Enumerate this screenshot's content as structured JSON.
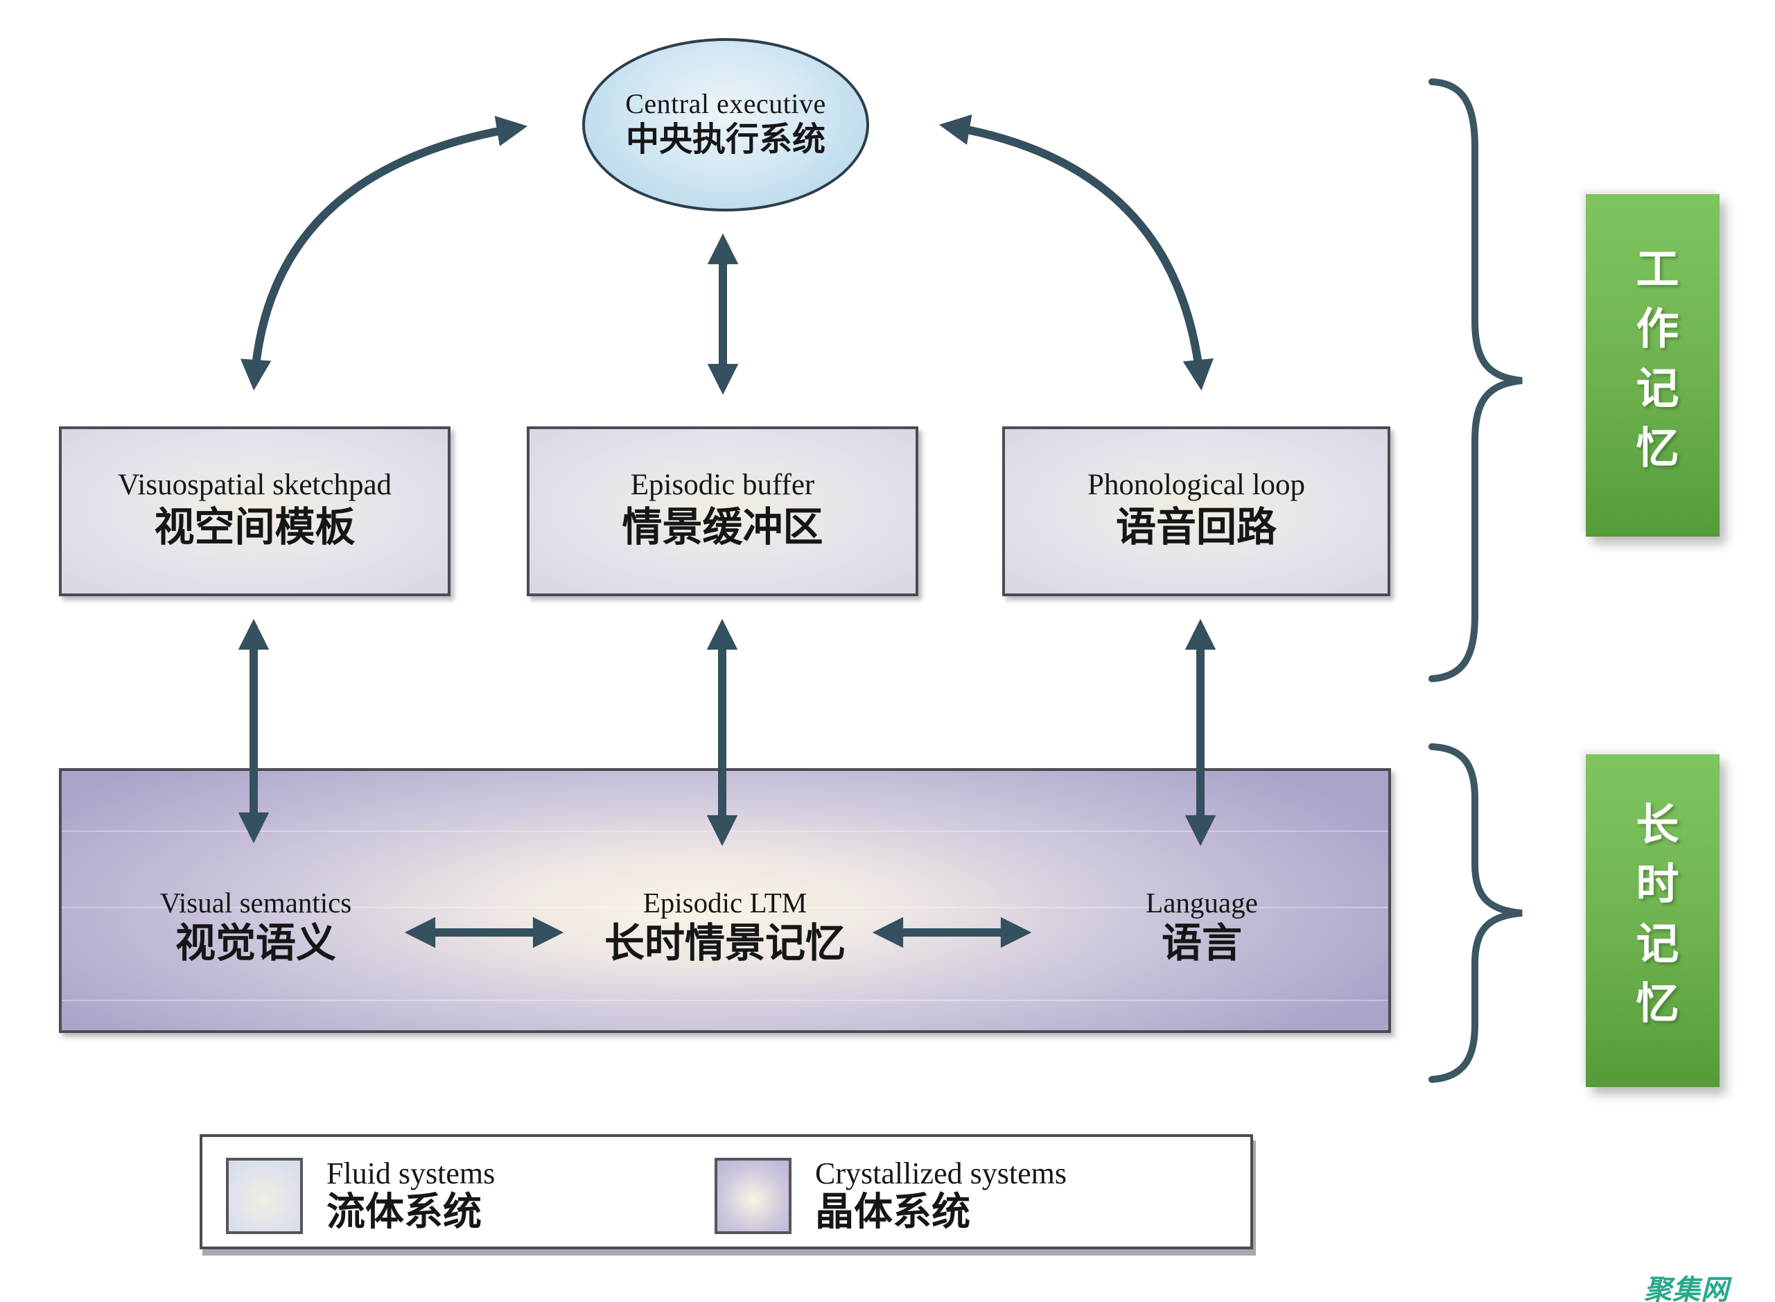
{
  "diagram": {
    "central_executive": {
      "en": "Central executive",
      "zh": "中央执行系统"
    },
    "working_memory_boxes": [
      {
        "en": "Visuospatial sketchpad",
        "zh": "视空间模板"
      },
      {
        "en": "Episodic buffer",
        "zh": "情景缓冲区"
      },
      {
        "en": "Phonological loop",
        "zh": "语音回路"
      }
    ],
    "long_term_memory_items": [
      {
        "en": "Visual semantics",
        "zh": "视觉语义"
      },
      {
        "en": "Episodic LTM",
        "zh": "长时情景记忆"
      },
      {
        "en": "Language",
        "zh": "语言"
      }
    ],
    "side_tags": [
      {
        "zh": "工作记忆"
      },
      {
        "zh": "长时记忆"
      }
    ],
    "legend": [
      {
        "en": "Fluid systems",
        "zh": "流体系统"
      },
      {
        "en": "Crystallized systems",
        "zh": "晶体系统"
      }
    ],
    "watermark": "聚集网",
    "colors": {
      "arrow": "#35505e",
      "brace": "#3c5662",
      "ellipse_edge": "#aed2e8",
      "ellipse_center": "#eef5f9",
      "ellipse_border": "#2d3e4c",
      "fluid_edge": "#d7d7e4",
      "fluid_center": "#f2eee2",
      "crystal_edge": "#aba3c8",
      "crystal_center": "#f9f4e6",
      "box_border": "#4b4b52",
      "green_top": "#7ec55f",
      "green_bottom": "#559c39",
      "green_text": "#ffffff",
      "text": "#161616",
      "watermark": "#28a98c"
    }
  }
}
